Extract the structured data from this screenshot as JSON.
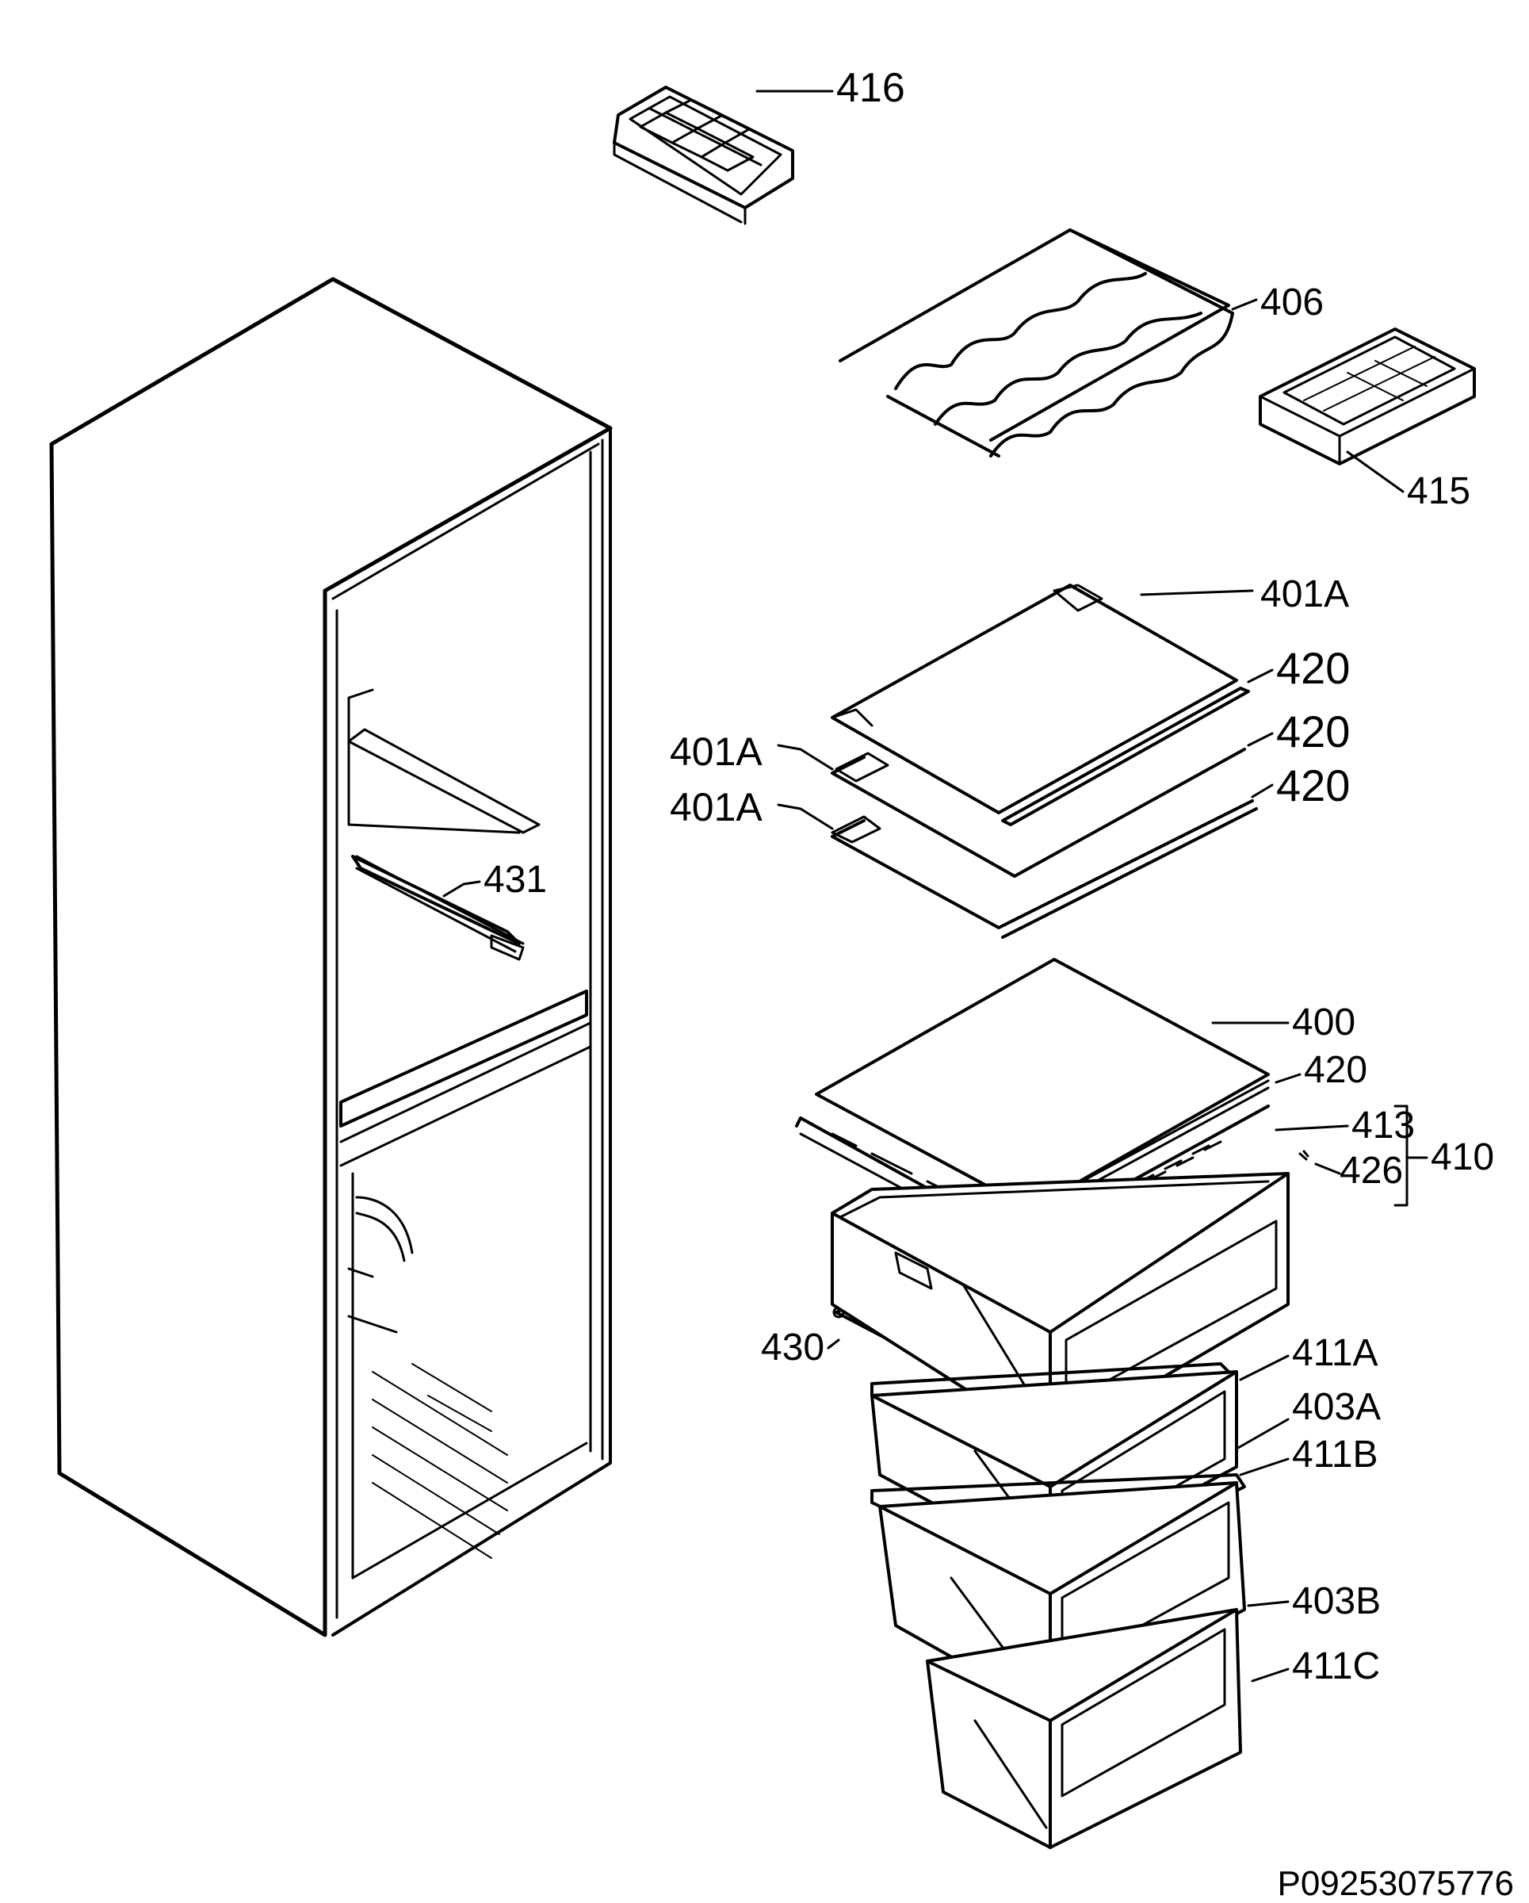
{
  "labels": {
    "p416": "416",
    "p406": "406",
    "p415": "415",
    "p401a_top": "401A",
    "p420_a": "420",
    "p420_b": "420",
    "p420_c": "420",
    "p401a_mid": "401A",
    "p401a_low": "401A",
    "p431": "431",
    "p400": "400",
    "p420_d": "420",
    "p413": "413",
    "p426": "426",
    "p410": "410",
    "p430": "430",
    "p411a": "411A",
    "p403a": "403A",
    "p411b": "411B",
    "p403b": "403B",
    "p411c": "411C"
  },
  "drawing_number": "P09253075776",
  "colors": {
    "line": "#000000",
    "background": "#ffffff"
  }
}
